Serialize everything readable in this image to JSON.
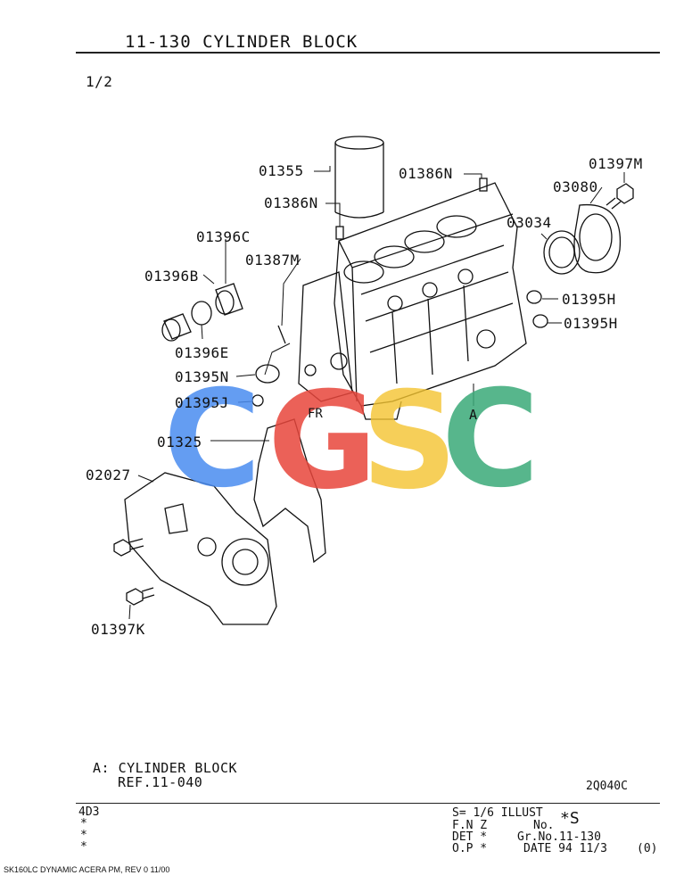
{
  "header": {
    "title": "11-130   CYLINDER BLOCK",
    "page": "1/2"
  },
  "parts": {
    "p01355": "01355",
    "p01386N_a": "01386N",
    "p01386N_b": "01386N",
    "p01397M": "01397M",
    "p03080": "03080",
    "p03034": "03034",
    "p01396C": "01396C",
    "p01387M": "01387M",
    "p01396B": "01396B",
    "p01395H_a": "01395H",
    "p01395H_b": "01395H",
    "p01396E": "01396E",
    "p01395N": "01395N",
    "p01395J": "01395J",
    "p01325": "01325",
    "p02027": "02027",
    "p01397K": "01397K",
    "markA": "A",
    "markFR": "FR"
  },
  "watermark": {
    "letters": [
      "C",
      "G",
      "S",
      "C"
    ],
    "colors": [
      "#4a8cf0",
      "#e8463c",
      "#f4c430",
      "#3aaa78"
    ]
  },
  "notes": {
    "line1": "A:  CYLINDER BLOCK",
    "line2": "REF.11-040"
  },
  "code": "2Q040C",
  "footer": {
    "model": "4D3",
    "stars": [
      "*",
      "*",
      "*"
    ],
    "s_line": "S= 1/6  ILLUST",
    "star_s": "*S",
    "fnz": "F.N Z",
    "no": "No.",
    "det": "DET *",
    "grno": "Gr.No.11-130",
    "op": "O.P *",
    "date": "DATE 94 11/3",
    "rev": "(0)",
    "bottom": "SK160LC DYNAMIC ACERA PM, REV 0 11/00"
  }
}
